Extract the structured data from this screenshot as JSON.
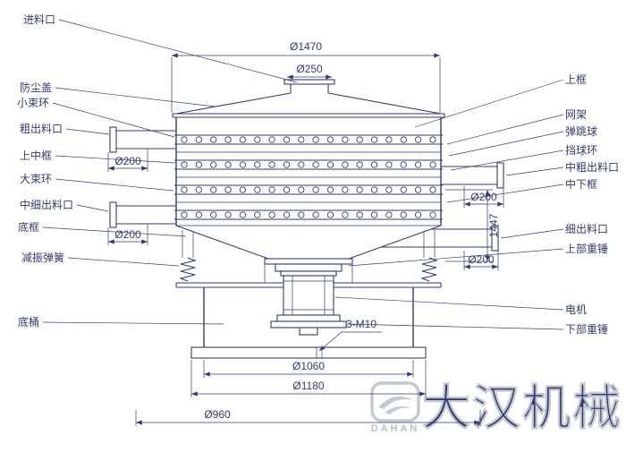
{
  "left_labels": [
    "进料口",
    "防尘盖",
    "小束环",
    "粗出料口",
    "上中框",
    "大束环",
    "中细出料口",
    "底框",
    "减振弹簧",
    "底桶"
  ],
  "right_labels": [
    "上框",
    "网架",
    "弹跳球",
    "挡球环",
    "中粗出料口",
    "中下框",
    "细出料口",
    "上部重锤",
    "电机",
    "下部重锤"
  ],
  "dimensions": {
    "top_diameter": "Ø1470",
    "inlet_diameter": "Ø250",
    "outlet_left_upper_diameter": "Ø200",
    "outlet_left_lower_diameter": "Ø200",
    "outlet_right_upper_diameter": "Ø200",
    "outlet_right_lower_diameter": "Ø200",
    "overall_height": "1447",
    "base_bolt_spec": "3-M10",
    "base_top_diameter": "Ø1060",
    "base_flange_diameter": "Ø1180",
    "base_bolt_circle_diameter": "Ø960"
  },
  "watermark": {
    "logo_text": "DAHAN",
    "brand_text": "大汉机械"
  },
  "colors": {
    "ink": "#343b72",
    "watermark": "#c2c9d2"
  }
}
